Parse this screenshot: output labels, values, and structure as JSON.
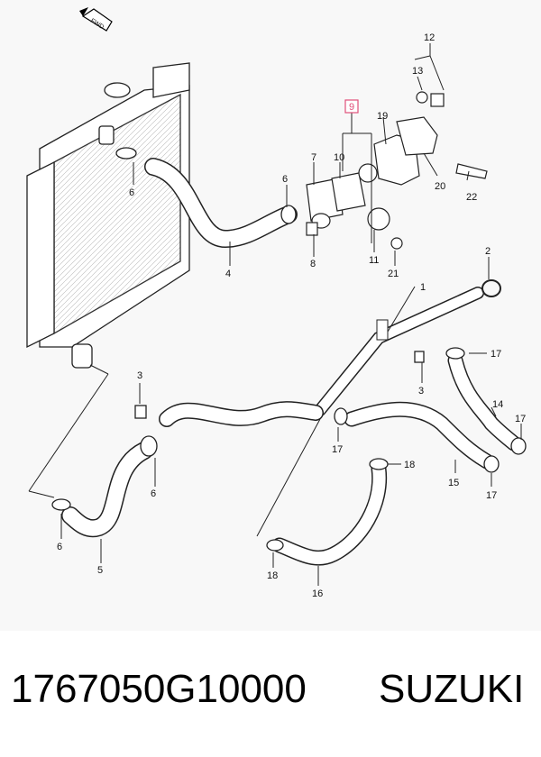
{
  "diagram": {
    "fwd_label": "FWD",
    "callouts": {
      "c1": "1",
      "c2": "2",
      "c3a": "3",
      "c3b": "3",
      "c4": "4",
      "c5": "5",
      "c6a": "6",
      "c6b": "6",
      "c6c": "6",
      "c6d": "6",
      "c7": "7",
      "c8": "8",
      "c9": "9",
      "c10": "10",
      "c11": "11",
      "c12": "12",
      "c13": "13",
      "c14": "14",
      "c15": "15",
      "c16": "16",
      "c17a": "17",
      "c17b": "17",
      "c17c": "17",
      "c17d": "17",
      "c18a": "18",
      "c18b": "18",
      "c19": "19",
      "c20": "20",
      "c21": "21",
      "c22": "22"
    },
    "highlight_color": "#e0507a"
  },
  "footer": {
    "part_number": "1767050G10000",
    "brand": "SUZUKI"
  }
}
